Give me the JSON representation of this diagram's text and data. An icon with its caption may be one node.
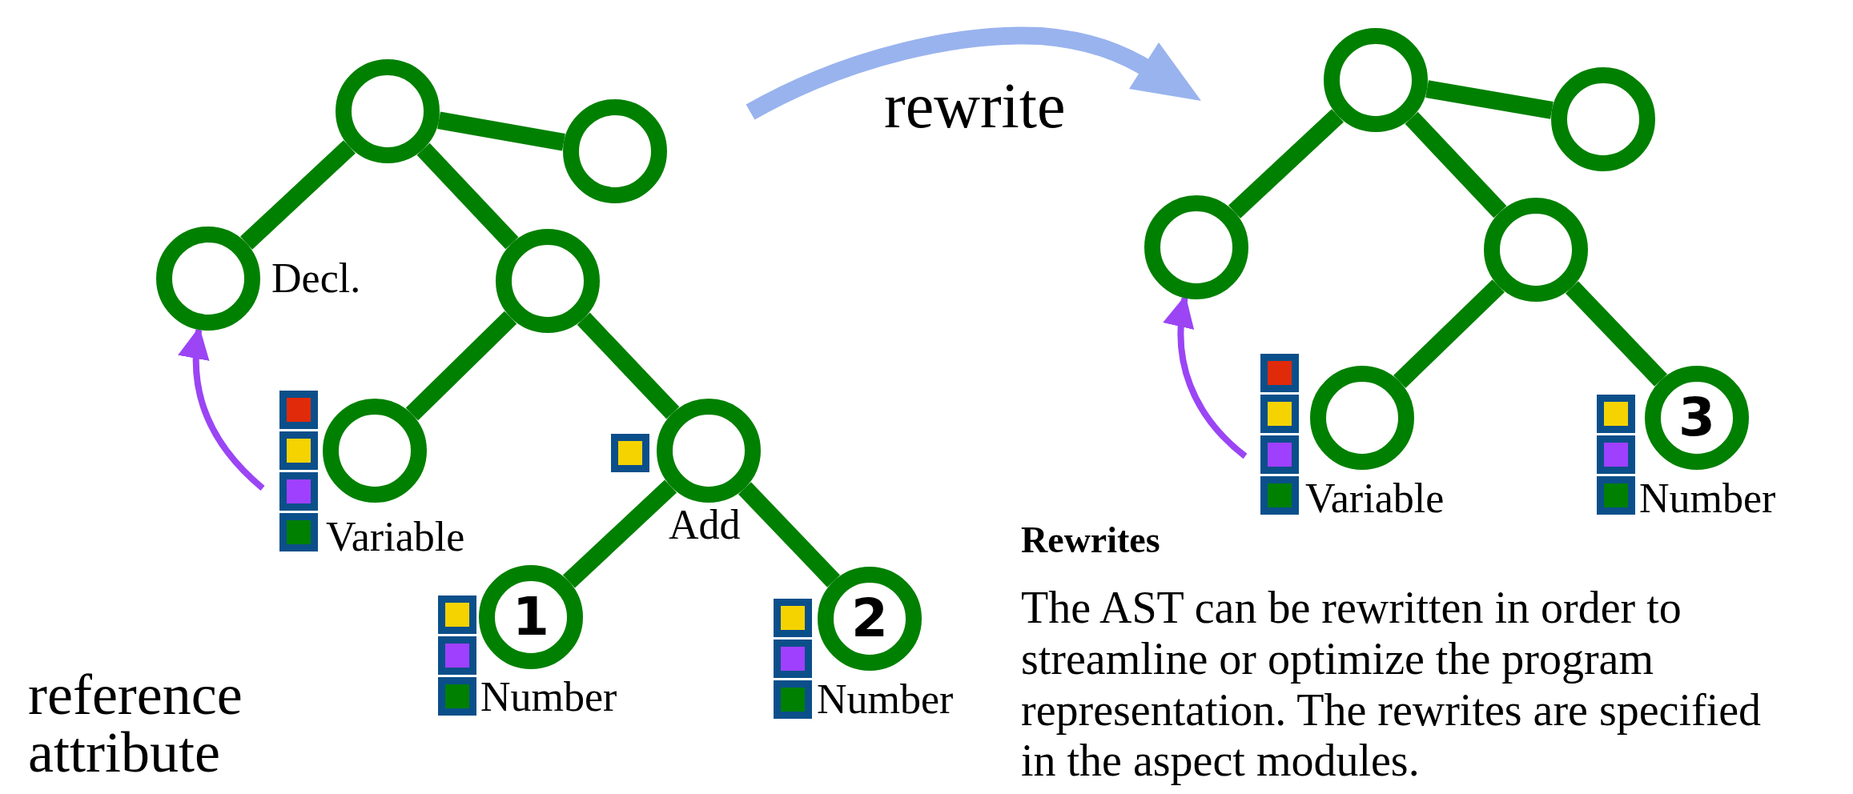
{
  "diagram": {
    "nodes": [
      {
        "text": [],
        "shape": "circle"
      },
      {
        "text": [],
        "shape": "circle"
      },
      {
        "text": [],
        "shape": "circle",
        "beside": [
          "Decl."
        ]
      },
      {
        "text": [],
        "shape": "circle"
      },
      {
        "text": [],
        "shape": "circle",
        "beside": [
          "Variable"
        ]
      },
      {
        "text": [],
        "shape": "circle",
        "beside": [
          "Add"
        ]
      },
      {
        "text": [
          "1"
        ],
        "beside": [
          "Number"
        ]
      },
      {
        "text": [
          "2"
        ],
        "beside": [
          "Number"
        ]
      },
      {
        "text": [],
        "shape": "circle"
      },
      {
        "text": [],
        "shape": "circle"
      },
      {
        "text": [],
        "shape": "circle"
      },
      {
        "text": [],
        "shape": "circle"
      },
      {
        "text": [],
        "shape": "circle",
        "beside": [
          "Variable"
        ]
      },
      {
        "text": [
          "3"
        ],
        "beside": [
          "Number"
        ]
      }
    ],
    "edges": [
      {
        "from": 0,
        "to": 1,
        "arrow": "none"
      },
      {
        "from": 0,
        "to": 2,
        "arrow": "none"
      },
      {
        "from": 0,
        "to": 3,
        "arrow": "none"
      },
      {
        "from": 3,
        "to": 4,
        "arrow": "none"
      },
      {
        "from": 3,
        "to": 5,
        "arrow": "none"
      },
      {
        "from": 5,
        "to": 6,
        "arrow": "none"
      },
      {
        "from": 5,
        "to": 7,
        "arrow": "none"
      },
      {
        "from": 4,
        "to": 2,
        "arrow": "to",
        "color": "#9b45f5"
      },
      {
        "from": 8,
        "to": 9,
        "arrow": "none"
      },
      {
        "from": 8,
        "to": 10,
        "arrow": "none"
      },
      {
        "from": 8,
        "to": 11,
        "arrow": "none"
      },
      {
        "from": 11,
        "to": 12,
        "arrow": "none"
      },
      {
        "from": 11,
        "to": 13,
        "arrow": "none"
      },
      {
        "from": 12,
        "to": 10,
        "arrow": "to",
        "color": "#9b45f5"
      }
    ],
    "labels": [
      "rewrite",
      "reference attribute",
      "Rewrites",
      "The AST can be rewritten in order to streamline or optimize the program representation. The rewrites are specified in the aspect modules."
    ]
  }
}
